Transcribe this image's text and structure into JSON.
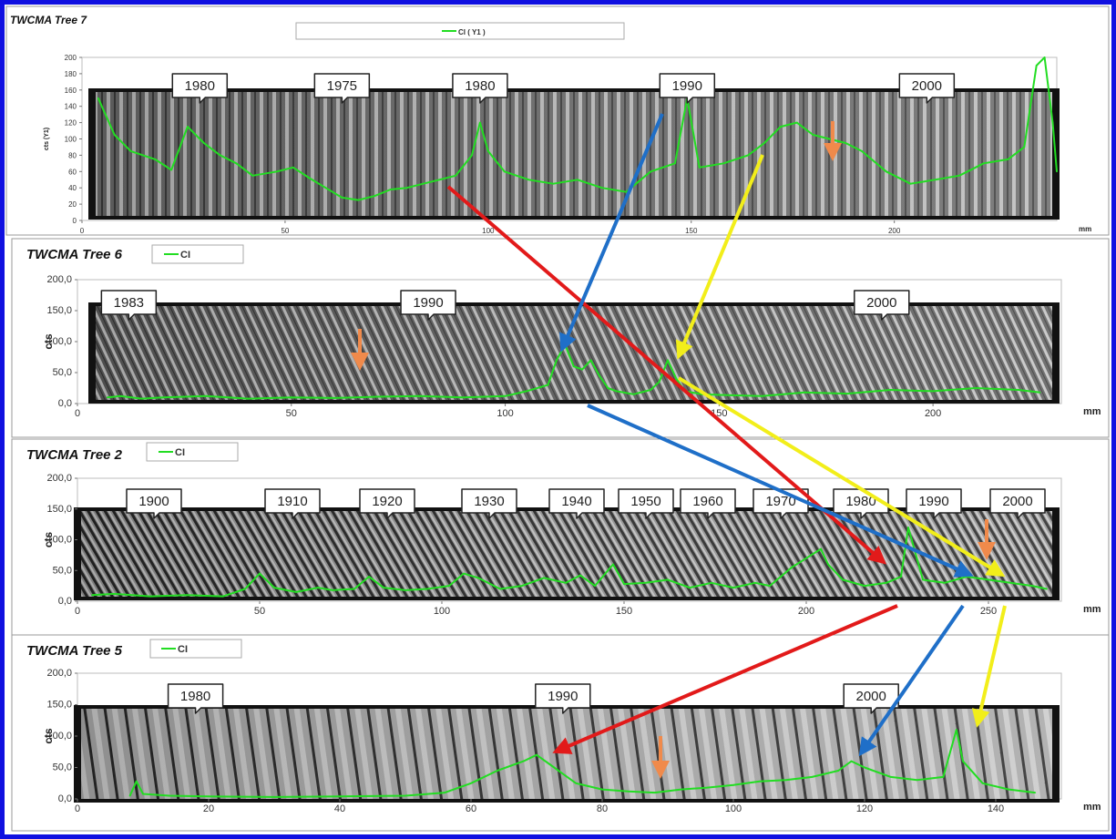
{
  "figure": {
    "colors": {
      "border": "#1010e0",
      "ci_line": "#22dd22",
      "red": "#e21a1a",
      "blue": "#1f6fc8",
      "yellow": "#f2ee1a",
      "orange": "#f08a4b"
    }
  },
  "chart_data": [
    {
      "type": "line",
      "title": "TWCMA  Tree 7",
      "legend": "CI ( Y1 )",
      "ylabel": "cts (Y1)",
      "xlabel": "mm",
      "xlim": [
        0,
        240
      ],
      "ylim": [
        0,
        200
      ],
      "x_ticks": [
        "0",
        "50",
        "100",
        "150",
        "200"
      ],
      "y_ticks": [
        "0",
        "20",
        "40",
        "60",
        "80",
        "100",
        "120",
        "140",
        "160",
        "180",
        "200"
      ],
      "year_labels": [
        {
          "label": "1980",
          "x": 29
        },
        {
          "label": "1975",
          "x": 64
        },
        {
          "label": "1980",
          "x": 98
        },
        {
          "label": "1990",
          "x": 149
        },
        {
          "label": "2000",
          "x": 208
        }
      ],
      "series": [
        {
          "name": "CI ( Y1 )",
          "points": [
            [
              4,
              150
            ],
            [
              8,
              105
            ],
            [
              12,
              85
            ],
            [
              18,
              75
            ],
            [
              22,
              62
            ],
            [
              26,
              115
            ],
            [
              30,
              95
            ],
            [
              34,
              80
            ],
            [
              38,
              70
            ],
            [
              42,
              55
            ],
            [
              48,
              60
            ],
            [
              52,
              65
            ],
            [
              56,
              52
            ],
            [
              60,
              40
            ],
            [
              64,
              28
            ],
            [
              68,
              25
            ],
            [
              72,
              30
            ],
            [
              76,
              38
            ],
            [
              80,
              40
            ],
            [
              84,
              45
            ],
            [
              88,
              50
            ],
            [
              92,
              55
            ],
            [
              96,
              80
            ],
            [
              98,
              120
            ],
            [
              100,
              85
            ],
            [
              104,
              60
            ],
            [
              110,
              50
            ],
            [
              116,
              45
            ],
            [
              122,
              50
            ],
            [
              128,
              40
            ],
            [
              134,
              35
            ],
            [
              140,
              60
            ],
            [
              146,
              70
            ],
            [
              149,
              150
            ],
            [
              152,
              65
            ],
            [
              158,
              70
            ],
            [
              164,
              80
            ],
            [
              168,
              95
            ],
            [
              172,
              115
            ],
            [
              176,
              120
            ],
            [
              180,
              105
            ],
            [
              184,
              100
            ],
            [
              188,
              95
            ],
            [
              192,
              85
            ],
            [
              198,
              60
            ],
            [
              204,
              45
            ],
            [
              210,
              50
            ],
            [
              216,
              55
            ],
            [
              222,
              70
            ],
            [
              228,
              75
            ],
            [
              232,
              90
            ],
            [
              235,
              190
            ],
            [
              237,
              200
            ],
            [
              239,
              120
            ],
            [
              240,
              60
            ]
          ]
        }
      ]
    },
    {
      "type": "line",
      "title": "TWCMA Tree 6",
      "legend": "CI",
      "ylabel": "cts",
      "xlabel": "mm",
      "xlim": [
        0,
        230
      ],
      "ylim": [
        0,
        200
      ],
      "x_ticks": [
        "0",
        "50",
        "100",
        "150",
        "200"
      ],
      "y_ticks": [
        "0,0",
        "50,0",
        "100,0",
        "150,0",
        "200,0"
      ],
      "year_labels": [
        {
          "label": "1983",
          "x": 12
        },
        {
          "label": "1990",
          "x": 82
        },
        {
          "label": "2000",
          "x": 188
        }
      ],
      "series": [
        {
          "name": "CI",
          "points": [
            [
              7,
              10
            ],
            [
              10,
              12
            ],
            [
              15,
              8
            ],
            [
              20,
              10
            ],
            [
              30,
              12
            ],
            [
              40,
              8
            ],
            [
              50,
              10
            ],
            [
              60,
              9
            ],
            [
              70,
              11
            ],
            [
              80,
              12
            ],
            [
              90,
              10
            ],
            [
              100,
              12
            ],
            [
              105,
              20
            ],
            [
              110,
              30
            ],
            [
              112,
              70
            ],
            [
              114,
              95
            ],
            [
              116,
              60
            ],
            [
              118,
              55
            ],
            [
              120,
              70
            ],
            [
              122,
              45
            ],
            [
              124,
              25
            ],
            [
              126,
              20
            ],
            [
              130,
              15
            ],
            [
              134,
              22
            ],
            [
              136,
              35
            ],
            [
              138,
              70
            ],
            [
              140,
              40
            ],
            [
              142,
              20
            ],
            [
              146,
              15
            ],
            [
              150,
              14
            ],
            [
              160,
              12
            ],
            [
              170,
              18
            ],
            [
              180,
              16
            ],
            [
              190,
              22
            ],
            [
              200,
              20
            ],
            [
              210,
              25
            ],
            [
              220,
              22
            ],
            [
              225,
              18
            ]
          ]
        }
      ]
    },
    {
      "type": "line",
      "title": "TWCMA Tree 2",
      "legend": "CI",
      "ylabel": "cts",
      "xlabel": "mm",
      "xlim": [
        0,
        270
      ],
      "ylim": [
        0,
        200
      ],
      "x_ticks": [
        "0",
        "50",
        "100",
        "150",
        "200",
        "250"
      ],
      "y_ticks": [
        "0,0",
        "50,0",
        "100,0",
        "150,0",
        "200,0"
      ],
      "year_labels": [
        {
          "label": "1900",
          "x": 21
        },
        {
          "label": "1910",
          "x": 59
        },
        {
          "label": "1920",
          "x": 85
        },
        {
          "label": "1930",
          "x": 113
        },
        {
          "label": "1940",
          "x": 137
        },
        {
          "label": "1950",
          "x": 156
        },
        {
          "label": "1960",
          "x": 173
        },
        {
          "label": "1970",
          "x": 193
        },
        {
          "label": "1980",
          "x": 215
        },
        {
          "label": "1990",
          "x": 235
        },
        {
          "label": "2000",
          "x": 258
        }
      ],
      "series": [
        {
          "name": "CI",
          "points": [
            [
              4,
              10
            ],
            [
              10,
              12
            ],
            [
              20,
              8
            ],
            [
              30,
              10
            ],
            [
              40,
              8
            ],
            [
              46,
              20
            ],
            [
              50,
              45
            ],
            [
              54,
              22
            ],
            [
              60,
              15
            ],
            [
              66,
              22
            ],
            [
              70,
              18
            ],
            [
              76,
              20
            ],
            [
              80,
              40
            ],
            [
              84,
              22
            ],
            [
              90,
              18
            ],
            [
              96,
              20
            ],
            [
              102,
              25
            ],
            [
              106,
              45
            ],
            [
              110,
              38
            ],
            [
              116,
              20
            ],
            [
              122,
              25
            ],
            [
              128,
              38
            ],
            [
              134,
              30
            ],
            [
              138,
              42
            ],
            [
              142,
              25
            ],
            [
              147,
              60
            ],
            [
              150,
              28
            ],
            [
              156,
              30
            ],
            [
              162,
              35
            ],
            [
              168,
              22
            ],
            [
              174,
              30
            ],
            [
              180,
              22
            ],
            [
              186,
              30
            ],
            [
              190,
              25
            ],
            [
              196,
              55
            ],
            [
              200,
              70
            ],
            [
              204,
              85
            ],
            [
              206,
              60
            ],
            [
              210,
              35
            ],
            [
              216,
              25
            ],
            [
              222,
              30
            ],
            [
              226,
              40
            ],
            [
              228,
              120
            ],
            [
              232,
              35
            ],
            [
              238,
              30
            ],
            [
              244,
              40
            ],
            [
              250,
              35
            ],
            [
              256,
              30
            ],
            [
              262,
              25
            ],
            [
              266,
              20
            ]
          ]
        }
      ]
    },
    {
      "type": "line",
      "title": "TWCMA  Tree 5",
      "legend": "CI",
      "ylabel": "cts",
      "xlabel": "mm",
      "xlim": [
        0,
        150
      ],
      "ylim": [
        0,
        200
      ],
      "x_ticks": [
        "0",
        "20",
        "40",
        "60",
        "80",
        "100",
        "120",
        "140"
      ],
      "y_ticks": [
        "0,0",
        "50,0",
        "100,0",
        "150,0",
        "200,0"
      ],
      "year_labels": [
        {
          "label": "1980",
          "x": 18
        },
        {
          "label": "1990",
          "x": 74
        },
        {
          "label": "2000",
          "x": 121
        }
      ],
      "series": [
        {
          "name": "CI",
          "points": [
            [
              8,
              5
            ],
            [
              9,
              28
            ],
            [
              10,
              8
            ],
            [
              14,
              5
            ],
            [
              20,
              4
            ],
            [
              30,
              3
            ],
            [
              40,
              4
            ],
            [
              50,
              5
            ],
            [
              56,
              10
            ],
            [
              60,
              25
            ],
            [
              64,
              45
            ],
            [
              68,
              60
            ],
            [
              70,
              70
            ],
            [
              72,
              55
            ],
            [
              74,
              40
            ],
            [
              76,
              25
            ],
            [
              80,
              15
            ],
            [
              84,
              12
            ],
            [
              88,
              10
            ],
            [
              92,
              15
            ],
            [
              96,
              18
            ],
            [
              100,
              22
            ],
            [
              104,
              28
            ],
            [
              108,
              30
            ],
            [
              112,
              35
            ],
            [
              116,
              45
            ],
            [
              118,
              60
            ],
            [
              120,
              50
            ],
            [
              124,
              35
            ],
            [
              128,
              30
            ],
            [
              132,
              35
            ],
            [
              134,
              110
            ],
            [
              135,
              60
            ],
            [
              138,
              25
            ],
            [
              142,
              15
            ],
            [
              146,
              10
            ]
          ]
        }
      ]
    }
  ]
}
